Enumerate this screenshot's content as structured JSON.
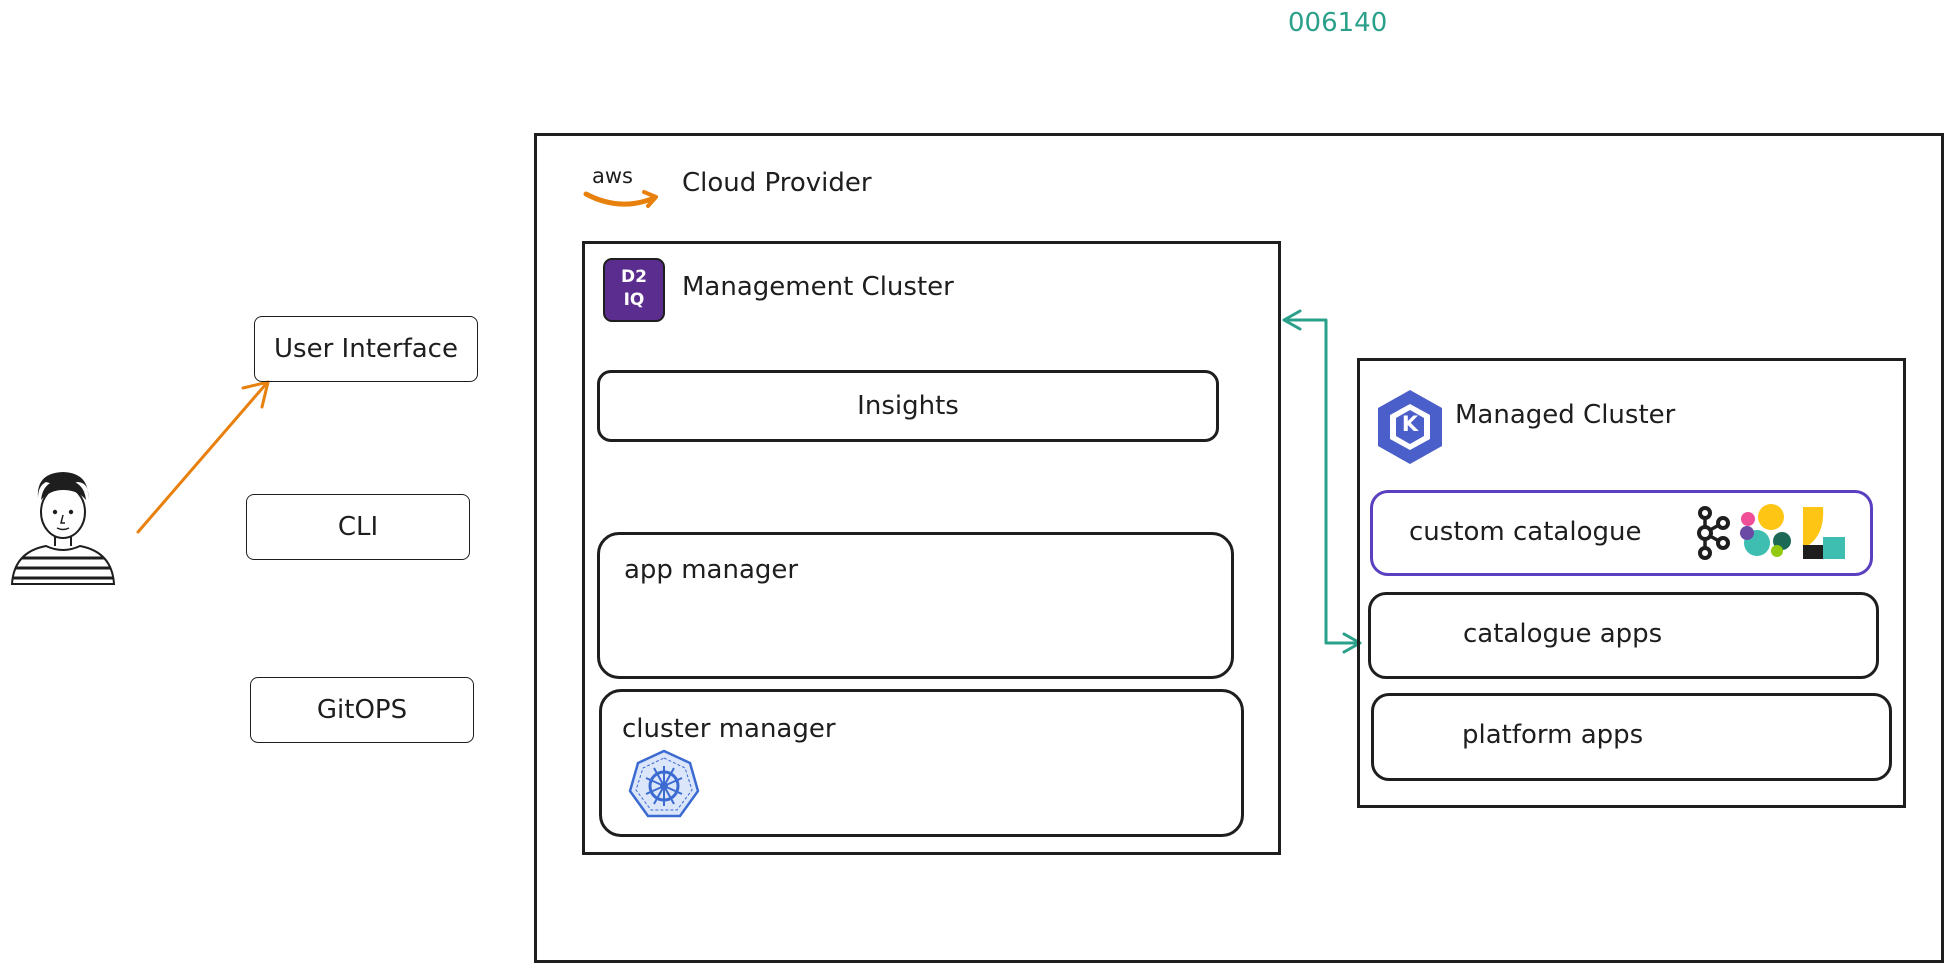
{
  "diagram_id": "006140",
  "user": {
    "icon": "person-avatar"
  },
  "access_methods": {
    "ui": "User Interface",
    "cli": "CLI",
    "gitops": "GitOPS"
  },
  "cloud": {
    "logo_text": "aws",
    "title": "Cloud Provider"
  },
  "management": {
    "logo_line1": "D2",
    "logo_line2": "IQ",
    "title": "Management Cluster",
    "insights": "Insights",
    "app_manager": "app manager",
    "cluster_manager": "cluster manager"
  },
  "managed": {
    "logo_letter": "K",
    "title": "Managed Cluster",
    "custom_catalogue": "custom catalogue",
    "catalogue_apps": "catalogue apps",
    "platform_apps": "platform apps"
  },
  "colors": {
    "stroke": "#1e1e1e",
    "arrow_orange": "#e8800e",
    "arrow_teal": "#2aa08a",
    "id_teal": "#2aa08a",
    "d2iq_purple": "#5b2d8e",
    "kommander_blue": "#4a5fc9",
    "custom_catalogue_border": "#5a3fc0"
  }
}
